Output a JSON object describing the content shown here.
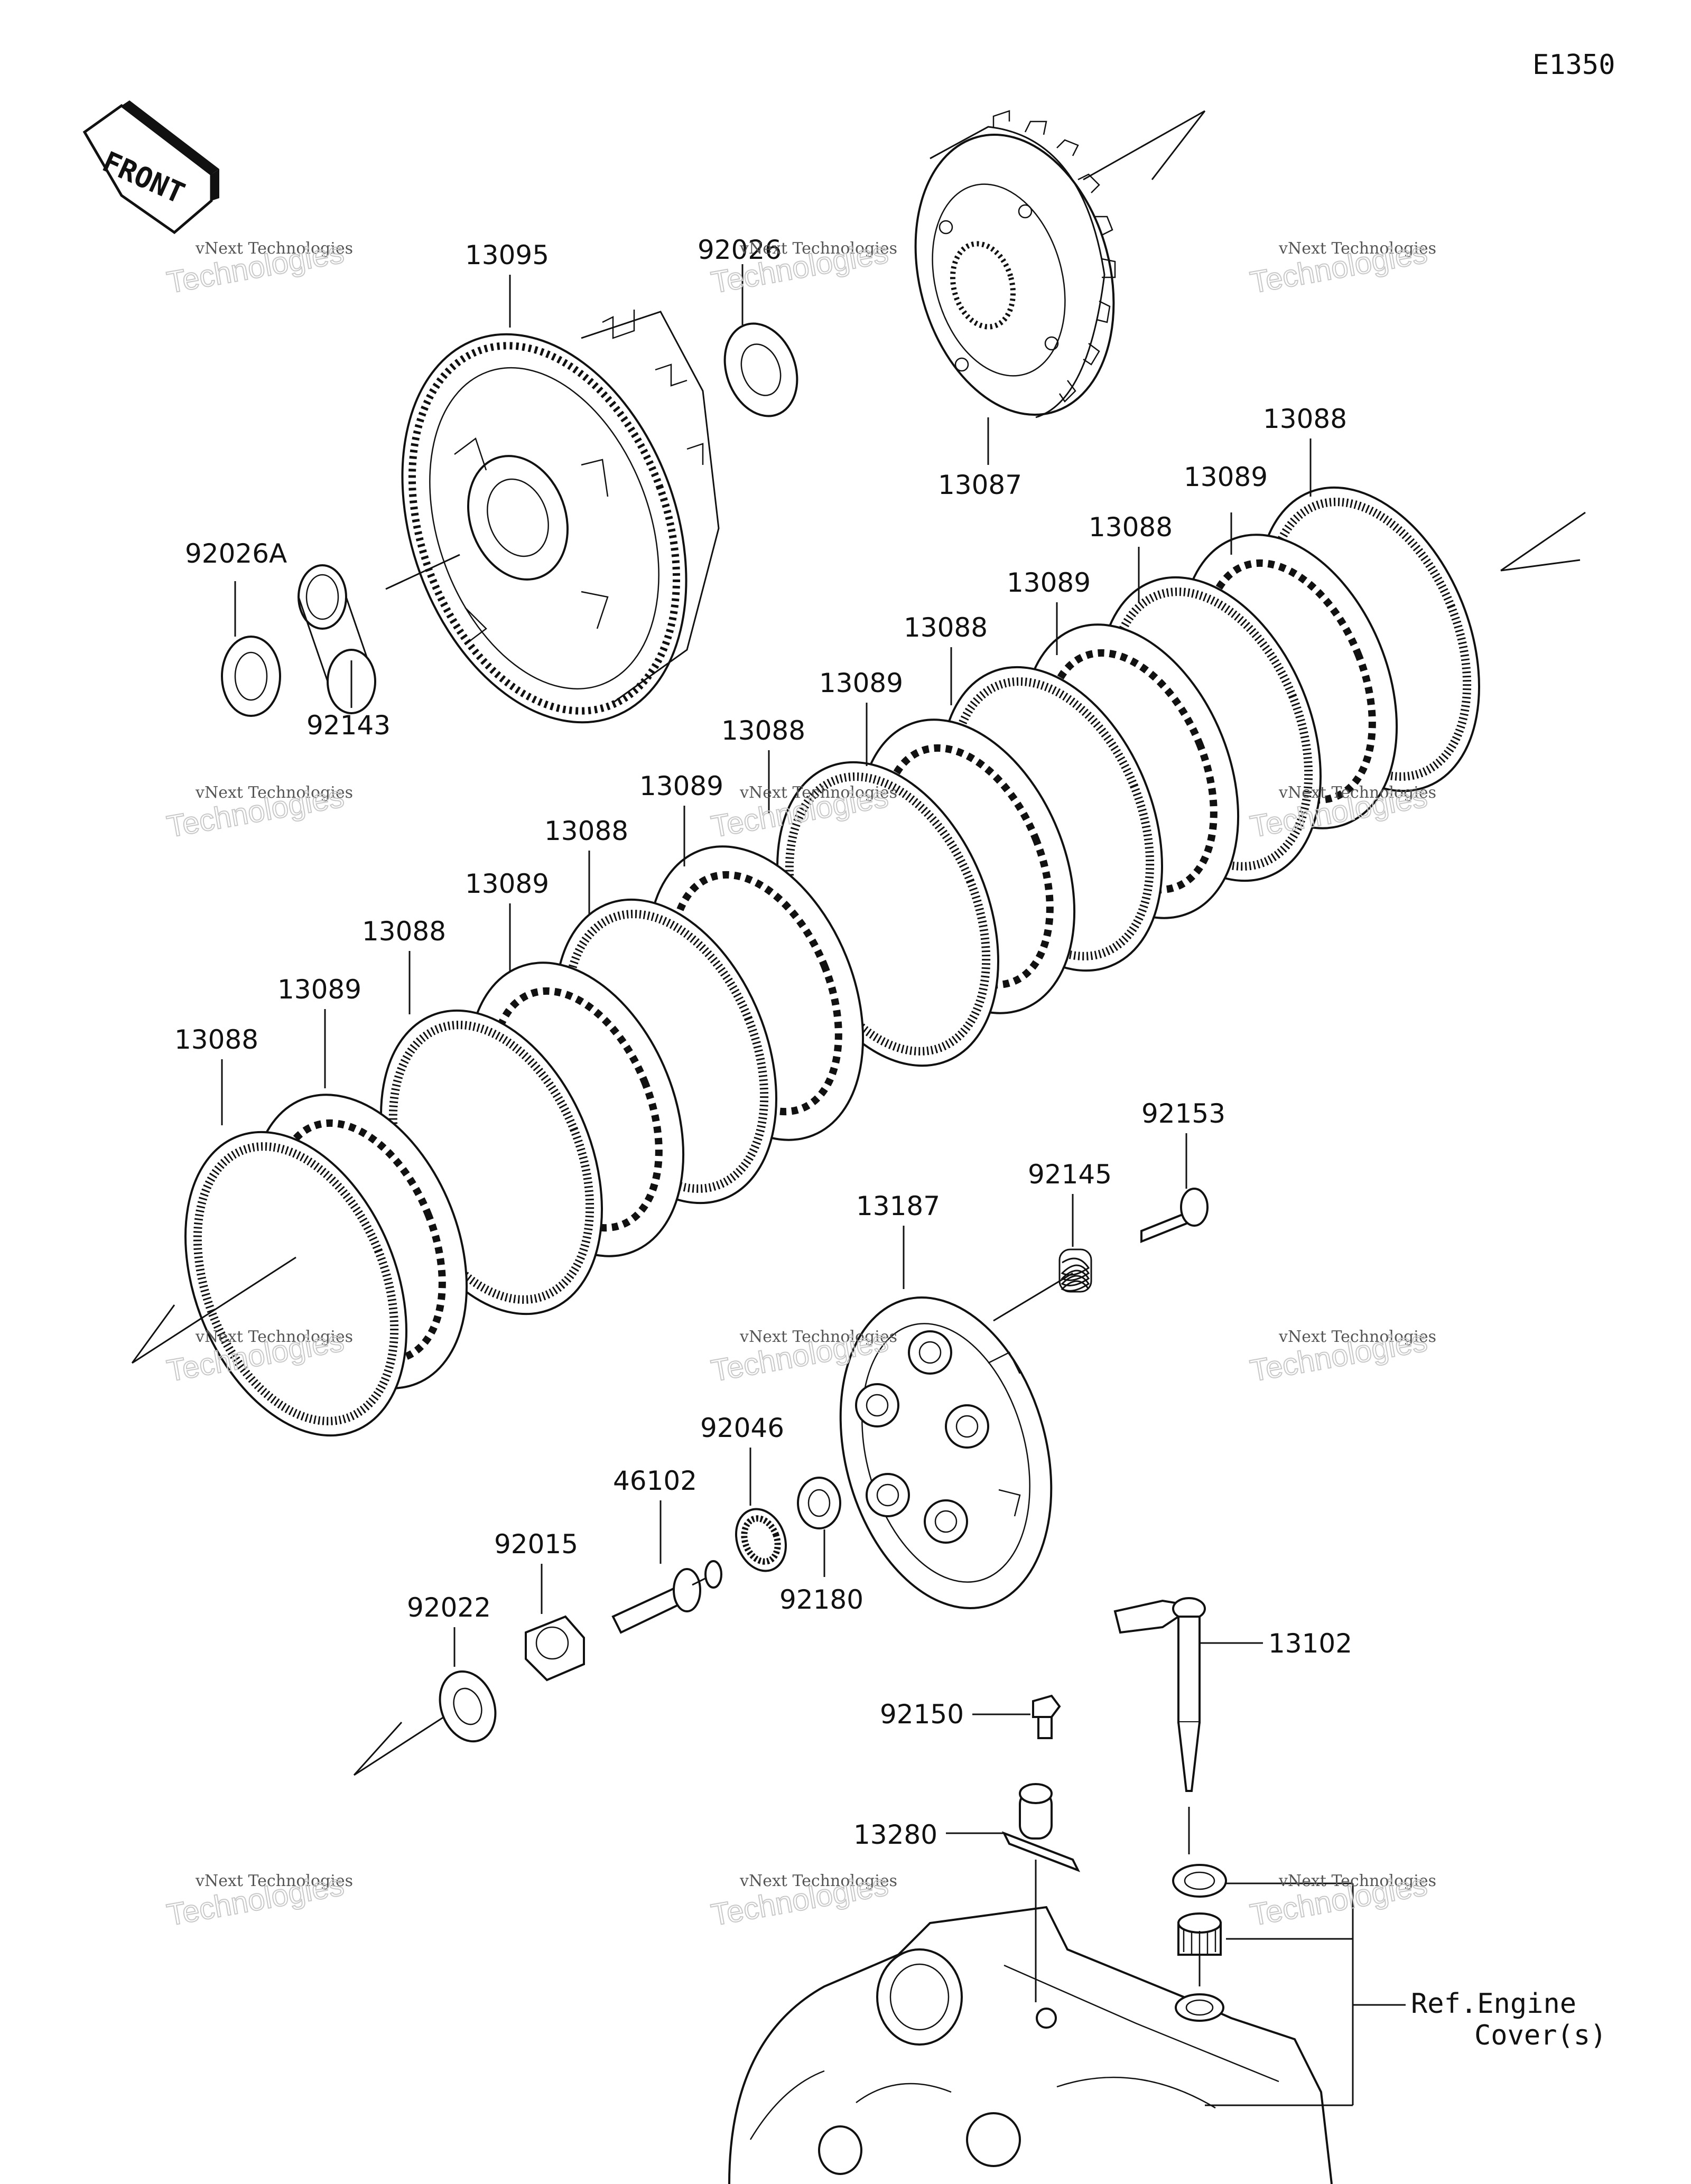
{
  "diagram": {
    "diagram_code": "E1350",
    "front_label": "FRONT",
    "watermark": {
      "line1": "vNext Technologies",
      "line2": "Technologies"
    },
    "reference_label_line1": "Ref.Engine",
    "reference_label_line2": "Cover(s)",
    "part_numbers": {
      "p13095": "13095",
      "p92026": "92026",
      "p13087": "13087",
      "p92026A": "92026A",
      "p92143": "92143",
      "p13088_a": "13088",
      "p13089_a": "13089",
      "p13088_b": "13088",
      "p13089_b": "13089",
      "p13088_c": "13088",
      "p13089_c": "13089",
      "p13088_d": "13088",
      "p13089_d": "13089",
      "p13088_e": "13088",
      "p13089_e": "13089",
      "p13088_f": "13088",
      "p13089_f": "13089",
      "p13088_g": "13088",
      "p92153": "92153",
      "p92145": "92145",
      "p13187": "13187",
      "p92046": "92046",
      "p46102": "46102",
      "p92015": "92015",
      "p92022": "92022",
      "p92180": "92180",
      "p13102": "13102",
      "p92150": "92150",
      "p13280": "13280"
    }
  }
}
